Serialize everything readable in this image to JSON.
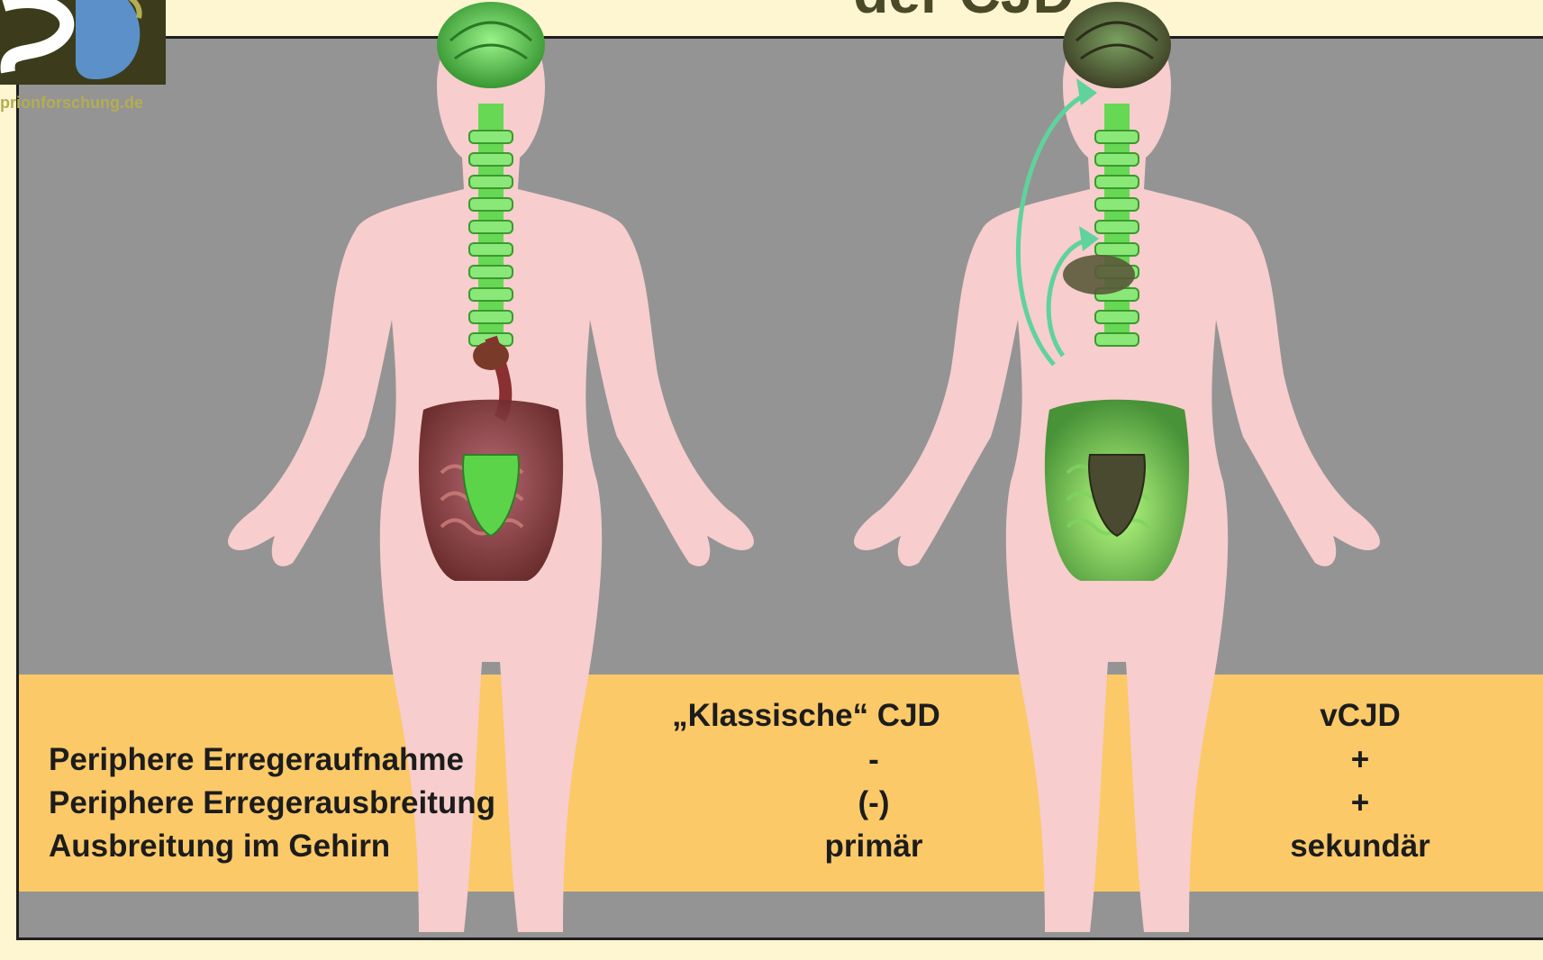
{
  "header": {
    "title_fragment": "der CJD",
    "logo_url_text": "prionforschung.de"
  },
  "colors": {
    "background": "#fdf6d1",
    "panel": "#949494",
    "table_band": "#fbc968",
    "body_silhouette": "#f7cdcd",
    "nerve_green": "#5bd44a",
    "organ_red": "#7a2a2a",
    "arrow_teal": "#5fd39b",
    "logo_dark": "#3c3c1c",
    "logo_blue": "#5b90c8",
    "logo_gold": "#b3ad54"
  },
  "figures": {
    "left": {
      "icon": "human-anatomy-classic-cjd-icon",
      "organs_highlighted": false
    },
    "right": {
      "icon": "human-anatomy-vcjd-icon",
      "organs_highlighted": true,
      "spread_arrows": 2
    }
  },
  "comparison_table": {
    "columns": [
      "„Klassische“ CJD",
      "vCJD"
    ],
    "rows": [
      {
        "label": "Periphere Erregeraufnahme",
        "classic": "-",
        "variant": "+"
      },
      {
        "label": "Periphere Erregerausbreitung",
        "classic": "(-)",
        "variant": "+"
      },
      {
        "label": "Ausbreitung im Gehirn",
        "classic": "primär",
        "variant": "sekundär"
      }
    ]
  }
}
